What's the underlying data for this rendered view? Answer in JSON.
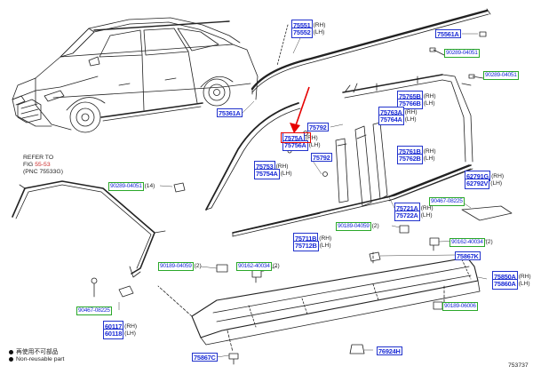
{
  "parts": {
    "p75551": "75551",
    "p75552": "75552",
    "p75561": "75561A",
    "p75361": "75361A",
    "p90289_top": "90289-04051",
    "p90289_right": "90289-04051",
    "p75765": "75765B",
    "p75766": "75766B",
    "p75763": "75763A",
    "p75764": "75764A",
    "p75792a": "75792",
    "p75755": "7575A",
    "p75756": "75756A",
    "p75792b": "75792",
    "p75753": "75753",
    "p75754": "75754A",
    "p75761": "75761B",
    "p75762": "75762B",
    "p62791": "62791G",
    "p62792": "62792V",
    "p90467_r": "90467-08225",
    "p75721": "75721A",
    "p75722": "75722A",
    "p90289_left": "90289-04051",
    "p90189_mid": "90189-04059",
    "p75711": "75711B",
    "p75712": "75712B",
    "p90162_r": "90162-40034",
    "p75867k": "75867K",
    "p90189_left": "90189-04059",
    "p90162_mid": "90162-40034",
    "p75850": "75850A",
    "p75860": "75860A",
    "p90467_l": "90467-08225",
    "p90189_bot": "90189-06006",
    "p60117": "60117",
    "p60118": "60118",
    "p75867c": "75867C",
    "p76924": "76924H"
  },
  "suffix": {
    "rh": "(RH)",
    "lh": "(LH)",
    "qty14": "(14)",
    "qty2a": "(2)",
    "qty2b": "(2)",
    "qty2c": "(2)",
    "qty2d": "(2)"
  },
  "refer": {
    "line1": "REFER TO",
    "line2_prefix": "FIG ",
    "line2_fig": "55-53",
    "line3": "(PNC 75533G)"
  },
  "legend": {
    "reuse_ja": "再使用不可部品",
    "reuse_en": "Non-reusable part"
  },
  "diagram_id": "753737"
}
